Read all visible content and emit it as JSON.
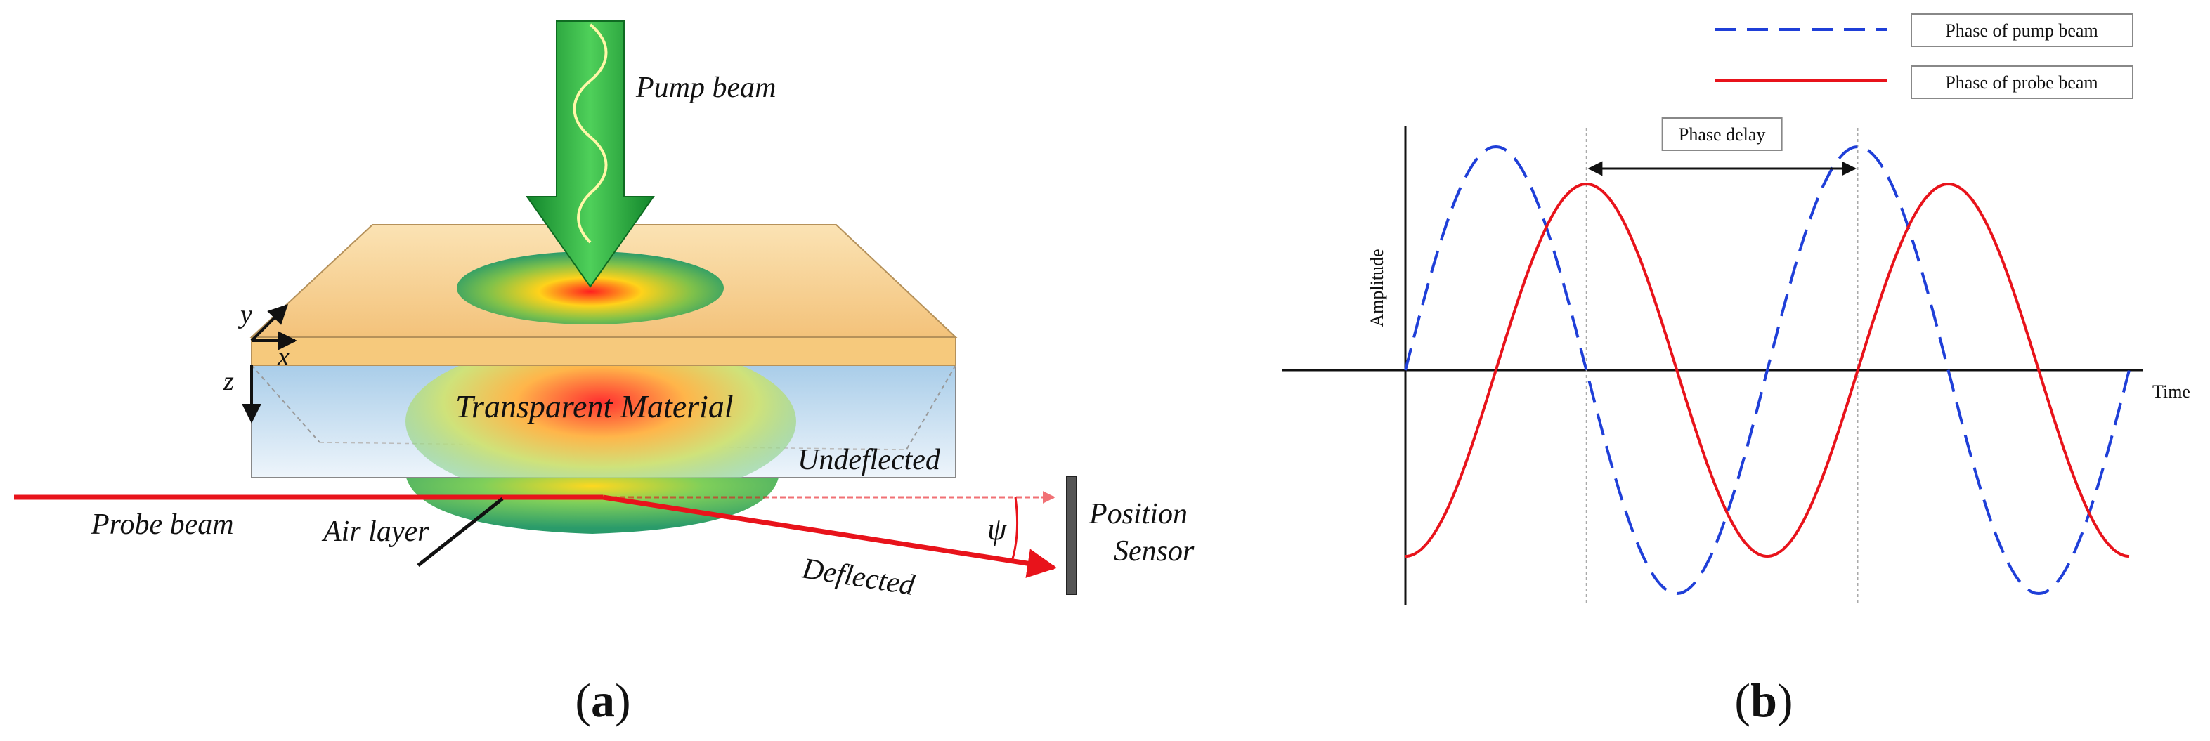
{
  "panel_a": {
    "caption_letter": "a",
    "labels": {
      "pump_beam": "Pump beam",
      "transparent_material": "Transparent Material",
      "undeflected": "Undeflected",
      "probe_beam": "Probe beam",
      "air_layer": "Air layer",
      "deflected": "Deflected",
      "angle_symbol": "ψ",
      "position_sensor_line1": "Position",
      "position_sensor_line2": "Sensor",
      "axis_x": "x",
      "axis_y": "y",
      "axis_z": "z"
    },
    "colors": {
      "pump_arrow": "#2fae3c",
      "probe_beam": "#e8131b",
      "top_slab": "#fbdca0",
      "lower_slab": "#cfe3f2"
    }
  },
  "panel_b": {
    "caption_letter": "b",
    "legend": [
      {
        "label": "Phase of pump beam",
        "color": "#1f3fd8",
        "style": "dashed"
      },
      {
        "label": "Phase of probe beam",
        "color": "#e8131b",
        "style": "solid"
      }
    ],
    "annotation": "Phase delay",
    "ylabel": "Amplitude",
    "xlabel": "Time"
  },
  "chart_data": {
    "type": "line",
    "title": "",
    "xlabel": "Time",
    "ylabel": "Amplitude",
    "xlim": [
      0,
      4.0
    ],
    "ylim": [
      -1.3,
      1.3
    ],
    "grid": false,
    "legend_position": "top-right",
    "series": [
      {
        "name": "Phase of pump beam",
        "color": "#1f3fd8",
        "style": "dashed",
        "function": "sin",
        "amplitude": 1.2,
        "period": 2.0,
        "phase_shift": 0.0
      },
      {
        "name": "Phase of probe beam",
        "color": "#e8131b",
        "style": "solid",
        "function": "sin",
        "amplitude": 1.0,
        "period": 2.0,
        "phase_shift": 0.5
      }
    ],
    "annotation": {
      "text": "Phase delay",
      "from_x": 1.0,
      "to_x": 2.5
    }
  }
}
